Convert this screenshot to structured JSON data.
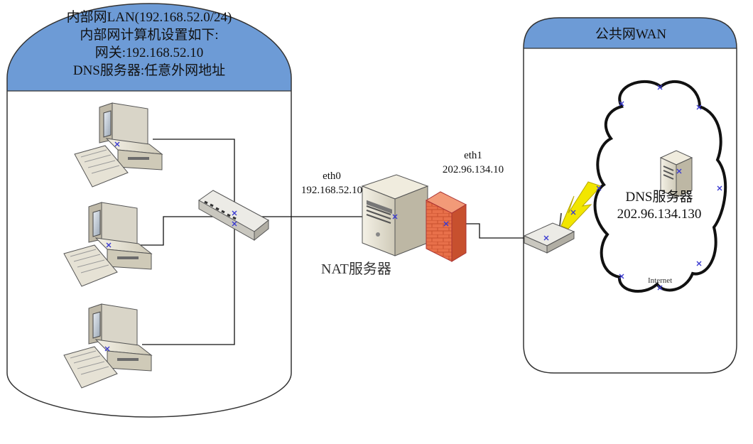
{
  "lan": {
    "title_lines": [
      "内部网LAN(192.168.52.0/24)",
      "内部网计算机设置如下:",
      "网关:192.168.52.10",
      "DNS服务器:任意外网地址"
    ]
  },
  "wan": {
    "title": "公共网WAN"
  },
  "nat_server": {
    "label": "NAT服务器",
    "eth0": {
      "name": "eth0",
      "ip": "192.168.52.10"
    },
    "eth1": {
      "name": "eth1",
      "ip": "202.96.134.10"
    }
  },
  "dns_server": {
    "label": "DNS服务器",
    "ip": "202.96.134.130"
  },
  "cloud": {
    "label": "Internet"
  },
  "colors": {
    "zone_header": "#6d9bd6",
    "zone_border": "#333333",
    "firewall": "#e8704a",
    "lightning": "#f2e600",
    "connector_marker": "#3a3ad0"
  },
  "icons": [
    "desktop-computer-icon",
    "network-switch-icon",
    "tower-server-icon",
    "firewall-icon",
    "wireless-router-icon",
    "internet-cloud-icon",
    "lightning-icon"
  ]
}
